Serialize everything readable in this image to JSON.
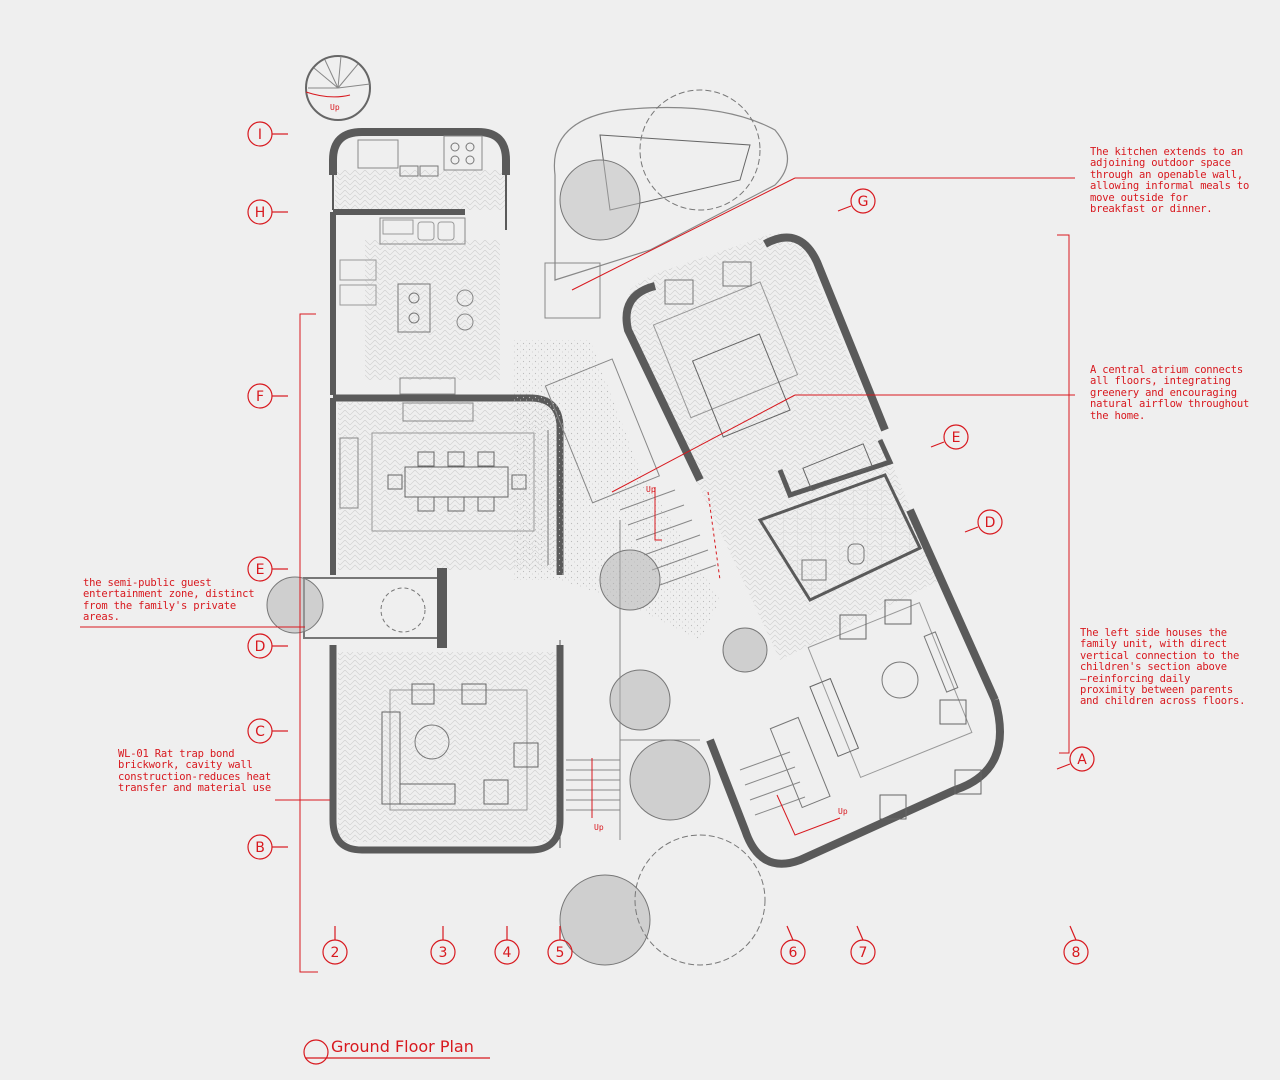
{
  "title": "Ground Floor Plan",
  "grid": {
    "rows": [
      "I",
      "H",
      "F",
      "E",
      "D",
      "C",
      "B"
    ],
    "columns": [
      "2",
      "3",
      "4",
      "5",
      "6",
      "7",
      "8"
    ],
    "rotated_rows": [
      "G",
      "E",
      "D",
      "A"
    ]
  },
  "notes": {
    "kitchen": "The kitchen extends to an\nadjoining outdoor space\nthrough an openable wall,\nallowing informal meals to\nmove outside for\nbreakfast or dinner.",
    "atrium": "A central atrium connects\nall floors, integrating\ngreenery and encouraging\nnatural airflow throughout\nthe home.",
    "family": "The left side houses the\nfamily unit, with direct\nvertical connection to the\nchildren's section above\n—reinforcing daily\nproximity between parents\nand children across floors.",
    "guest": "the semi-public guest\nentertainment zone, distinct\nfrom the family's private\nareas.",
    "wall": "WL-01 Rat trap bond\nbrickwork, cavity wall\nconstruction-reduces heat\ntransfer and material use"
  },
  "labels": {
    "up": "Up"
  },
  "colors": {
    "annotation": "#d8191f",
    "wall": "#5a5a5a",
    "background": "#efefef"
  }
}
